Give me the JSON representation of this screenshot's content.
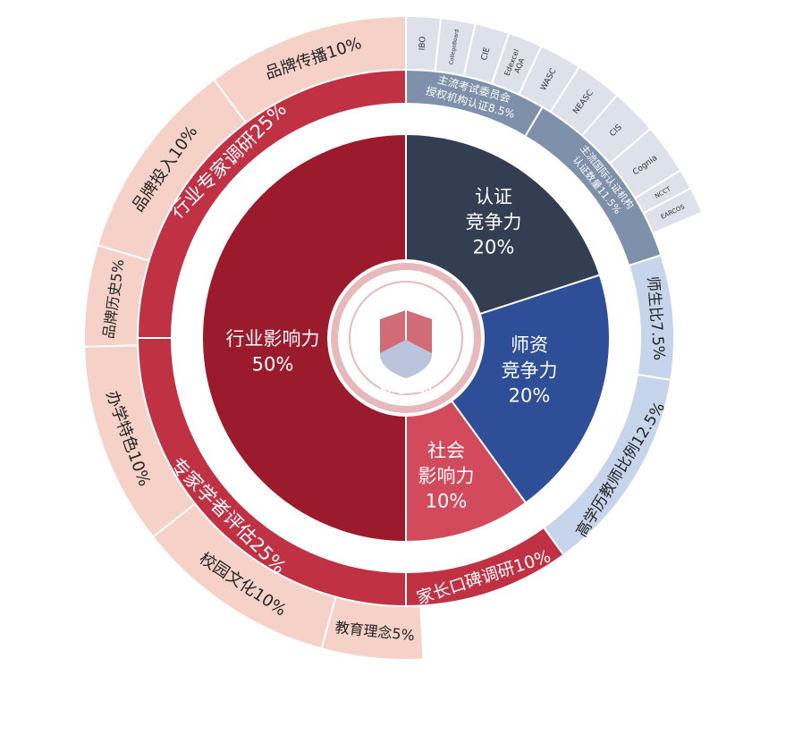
{
  "chart_data": {
    "type": "sunburst",
    "colors": {
      "inner_red": "#9b1a2b",
      "inner_navy": "#343e53",
      "inner_blue": "#2e4f98",
      "inner_pinkred": "#d34a5c",
      "mid_red": "#c13144",
      "mid_gray": "#7e90aa",
      "mid_lightblue": "#c6d4ec",
      "mid_verylight": "#dde3ec",
      "outer_pink": "#f6d1c8",
      "outer_gray": "#dde2ea",
      "logo_red": "#c9515d",
      "logo_blue": "#b8c9e2",
      "white": "#ffffff"
    },
    "center_logo": {
      "top_text": "京领",
      "bottom_text": "KingLead"
    },
    "watermark_text": "京领",
    "inner": [
      {
        "label": "认证竞争力",
        "lines": [
          "认证",
          "竞争力",
          "20%"
        ],
        "value": 20,
        "color": "#343e53"
      },
      {
        "label": "师资竞争力",
        "lines": [
          "师资",
          "竞争力",
          "20%"
        ],
        "value": 20,
        "color": "#2e4f98"
      },
      {
        "label": "社会影响力",
        "lines": [
          "社会",
          "影响力",
          "10%"
        ],
        "value": 10,
        "color": "#d34a5c"
      },
      {
        "label": "行业影响力",
        "lines": [
          "行业影响力",
          "50%"
        ],
        "value": 50,
        "color": "#9b1a2b"
      }
    ],
    "middle": [
      {
        "label": "主流考试委员会授权机构认证8.5%",
        "lines": [
          "主流考试委员会",
          "授权机构认证8.5%"
        ],
        "value": 8.5,
        "color": "#7e90aa",
        "text_color": "#ffffff",
        "font": 12
      },
      {
        "label": "主流国际认证机构认证数量11.5%",
        "lines": [
          "主流国际认证机构",
          "认证数量11.5%"
        ],
        "value": 11.5,
        "color": "#7e90aa",
        "text_color": "#ffffff",
        "font": 11
      },
      {
        "label": "师生比7.5%",
        "lines": [
          "师生比7.5%"
        ],
        "value": 7.5,
        "color": "#c6d4ec",
        "text_color": "#222222",
        "font": 17
      },
      {
        "label": "高学历教师比例12.5%",
        "lines": [
          "高学历教师比例12.5%"
        ],
        "value": 12.5,
        "color": "#c6d4ec",
        "text_color": "#222222",
        "font": 17
      },
      {
        "label": "家长口碑调研10%",
        "lines": [
          "家长口碑调研10%"
        ],
        "value": 10,
        "color": "#c13144",
        "text_color": "#ffffff",
        "font": 19
      },
      {
        "label": "专家学者评估25%",
        "lines": [
          "专家学者评估25%"
        ],
        "value": 25,
        "color": "#c13144",
        "text_color": "#ffffff",
        "font": 21
      },
      {
        "label": "行业专家调研25%",
        "lines": [
          "行业专家调研25%"
        ],
        "value": 25,
        "color": "#c13144",
        "text_color": "#ffffff",
        "font": 21
      }
    ],
    "outer": [
      {
        "label": "IBO",
        "value": 1.7,
        "color": "#dde2ea",
        "font": 9,
        "radial": true
      },
      {
        "label": "CollegeBoard",
        "value": 1.7,
        "color": "#dde2ea",
        "font": 6,
        "radial": true
      },
      {
        "label": "CIE",
        "value": 1.7,
        "color": "#dde2ea",
        "font": 9,
        "radial": true
      },
      {
        "label": "Edexcel AQA",
        "lines": [
          "Edexcel",
          "AQA"
        ],
        "value": 1.7,
        "color": "#dde2ea",
        "font": 8,
        "radial": true
      },
      {
        "label": "WASC",
        "value": 2.1,
        "color": "#dde2ea",
        "font": 9,
        "radial": true
      },
      {
        "label": "NEASC",
        "value": 2.3,
        "color": "#dde2ea",
        "font": 9,
        "radial": true
      },
      {
        "label": "CIS",
        "value": 2.3,
        "color": "#dde2ea",
        "font": 9,
        "radial": true
      },
      {
        "label": "Cognia",
        "value": 2.5,
        "color": "#dde2ea",
        "font": 9,
        "radial": true
      },
      {
        "label": "NCCT",
        "value": 1.0,
        "color": "#dde2ea",
        "font": 7,
        "radial": true
      },
      {
        "label": "EARCOS",
        "value": 1.3,
        "color": "#dde2ea",
        "font": 7,
        "radial": true
      },
      {
        "label": "",
        "value": 30,
        "color": "none"
      },
      {
        "label": "教育理念5%",
        "value": 5,
        "color": "#f6d1c8",
        "font": 16
      },
      {
        "label": "校园文化10%",
        "value": 10,
        "color": "#f6d1c8",
        "font": 18
      },
      {
        "label": "办学特色10%",
        "value": 10,
        "color": "#f6d1c8",
        "font": 18
      },
      {
        "label": "品牌历史5%",
        "value": 5,
        "color": "#f6d1c8",
        "font": 16
      },
      {
        "label": "品牌投入10%",
        "value": 10,
        "color": "#f6d1c8",
        "font": 18
      },
      {
        "label": "品牌传播10%",
        "value": 10,
        "color": "#f6d1c8",
        "font": 18
      }
    ]
  }
}
